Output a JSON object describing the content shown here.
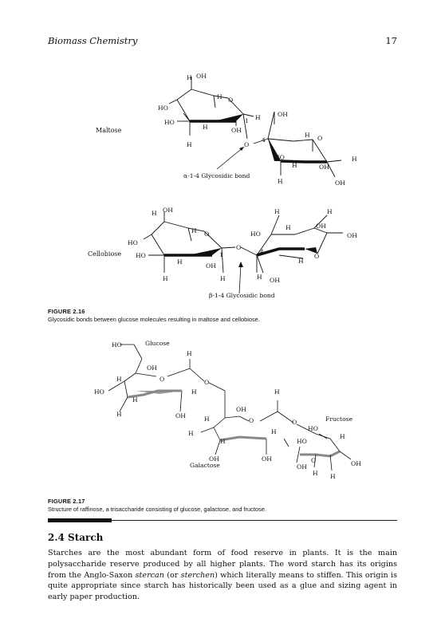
{
  "header": {
    "running_title": "Biomass Chemistry",
    "page_number": "17"
  },
  "figure_2_16": {
    "maltose": {
      "name": "Maltose",
      "labels": [
        "H",
        "OH",
        "H",
        "O",
        "HO",
        "HO",
        "H",
        "OH",
        "1",
        "H",
        "OH",
        "O",
        "4",
        "H",
        "O",
        "HO",
        "H",
        "OH",
        "H",
        "H",
        "H",
        "OH"
      ],
      "bond_label": "α-1-4 Glycosidic bond"
    },
    "cellobiose": {
      "name": "Cellobiose",
      "labels": [
        "H",
        "OH",
        "H",
        "O",
        "HO",
        "HO",
        "H",
        "OH",
        "1",
        "H",
        "H",
        "O",
        "H",
        "HO",
        "H",
        "OH",
        "OH",
        "4",
        "H",
        "O",
        "H",
        "H",
        "OH"
      ],
      "bond_label": "β-1-4 Glycosidic bond"
    },
    "caption_number": "FIGURE 2.16",
    "caption_text": "Glycosidic bonds between glucose molecules resulting in maltose and cellobiose."
  },
  "figure_2_17": {
    "glucose_name": "Glucose",
    "galactose_name": "Galactose",
    "fructose_name": "Fructose",
    "labels": [
      "HO",
      "H",
      "OH",
      "H",
      "O",
      "HO",
      "H",
      "H",
      "H",
      "OH",
      "O",
      "H",
      "OH",
      "H",
      "O",
      "H",
      "H",
      "H",
      "OH",
      "OH",
      "O",
      "HO",
      "H",
      "HO",
      "OH",
      "O",
      "OH",
      "H",
      "H"
    ],
    "caption_number": "FIGURE 2.17",
    "caption_text": "Structure of raffinose, a trisaccharide consisting of glucose, galactose, and fructose."
  },
  "section": {
    "heading": "2.4  Starch",
    "paragraph": [
      "Starches are the most abundant form of food reserve in plants. It is the main polysaccharide reserve produced by all higher plants. The word starch has its origins from the Anglo-Saxon ",
      "stercan",
      " (or ",
      "sterchen",
      ") which literally means to stiffen. This origin is quite appropriate since starch has historically been used as a glue and sizing agent in early paper production."
    ]
  }
}
